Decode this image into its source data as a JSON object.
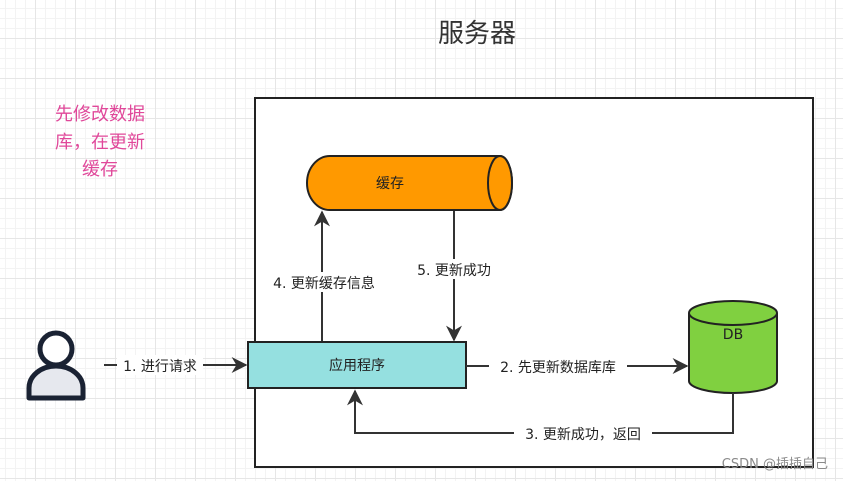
{
  "title": "服务器",
  "note": {
    "lines": [
      "先修改数据",
      "库，在更新",
      "缓存"
    ],
    "color": "#e0489a"
  },
  "nodes": {
    "cache": {
      "label": "缓存",
      "color": "#ff9900"
    },
    "app": {
      "label": "应用程序",
      "color": "#95e0e0"
    },
    "db": {
      "label": "DB",
      "color": "#80d040"
    }
  },
  "edges": {
    "e1": "1. 进行请求",
    "e2": "2. 先更新数据库库",
    "e3": "3. 更新成功，返回",
    "e4": "4. 更新缓存信息",
    "e5": "5. 更新成功"
  },
  "watermark": "CSDN @插插自己",
  "icons": {
    "user": "user-icon"
  }
}
